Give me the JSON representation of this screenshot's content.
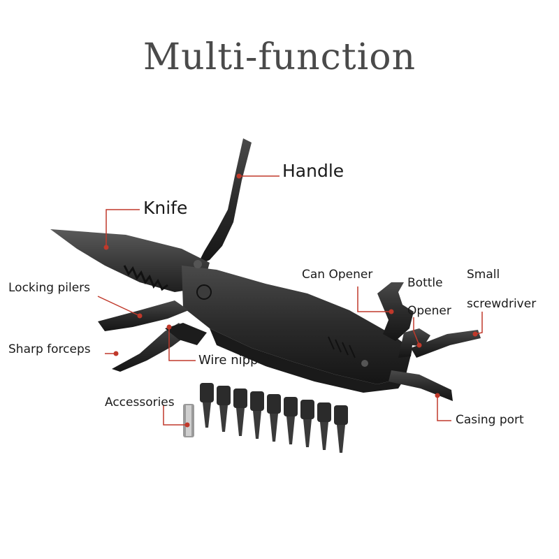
{
  "title": "Multi-function",
  "labels": {
    "handle": "Handle",
    "knife": "Knife",
    "locking_pliers": "Locking pilers",
    "sharp_forceps": "Sharp forceps",
    "wire_nippers": "Wire nippers",
    "accessories": "Accessories",
    "can_opener": "Can Opener",
    "bottle": "Bottle",
    "opener": "Opener",
    "small": "Small",
    "screwdriver": "screwdriver",
    "casing_port": "Casing port"
  },
  "colors": {
    "tool": "#2b2b2b",
    "tool_dark": "#151515",
    "leader_line": "#c0392b",
    "label_text": "#1a1a1a",
    "title_text": "#4a4a4a"
  },
  "icons": {
    "multitool": "multi-tool-icon",
    "bit": "screwdriver-bit-icon"
  }
}
